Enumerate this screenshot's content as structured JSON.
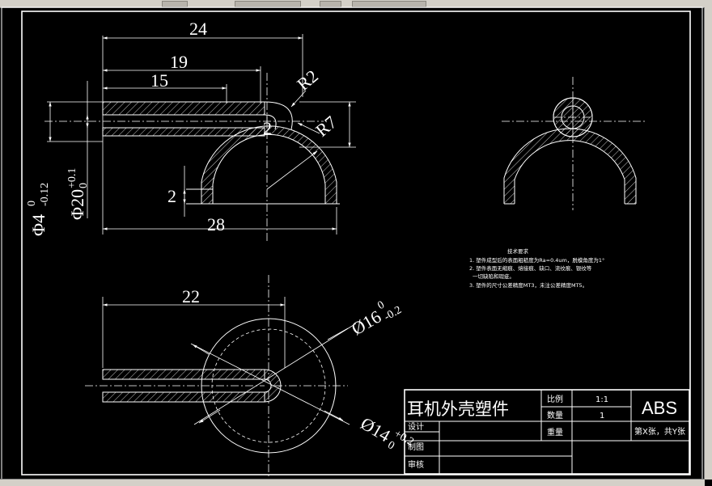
{
  "drawing": {
    "dimensions": {
      "d24": "24",
      "d19": "19",
      "d15": "15",
      "r2": "R2",
      "r7": "R7",
      "d2_top": "2",
      "d2_left": "2",
      "d28": "28",
      "phi4": "Φ4",
      "phi4_upper": "0",
      "phi4_lower": "-0.12",
      "phi20": "Φ20",
      "phi20_upper": "+0.1",
      "phi20_lower": "0",
      "d22": "22",
      "dia16": "Ø16",
      "dia16_upper": "0",
      "dia16_lower": "-0.2",
      "dia14": "Ø14",
      "dia14_upper": "+0.2",
      "dia14_lower": "0"
    },
    "notes": {
      "title": "技术要求",
      "line1": "1. 塑件成型后的表面粗糙度为Ra=0.4um，脱模角度为1°",
      "line2": "2. 塑件表面无缩痕、熔接痕、缺口、流纹痕、银纹等",
      "line2b": "一切缺陷和瑕疵。",
      "line3": "3. 塑件的尺寸公差精度MT3，未注公差精度MT5。"
    },
    "title_block": {
      "part_name": "耳机外壳塑件",
      "scale_label": "比例",
      "scale_value": "1:1",
      "qty_label": "数量",
      "qty_value": "1",
      "weight_label": "重量",
      "material": "ABS",
      "sheet": "第X张，共Y张",
      "design_label": "设计",
      "draw_label": "制图",
      "review_label": "审核"
    }
  },
  "colors": {
    "background": "#000000",
    "lines": "#ffffff"
  }
}
